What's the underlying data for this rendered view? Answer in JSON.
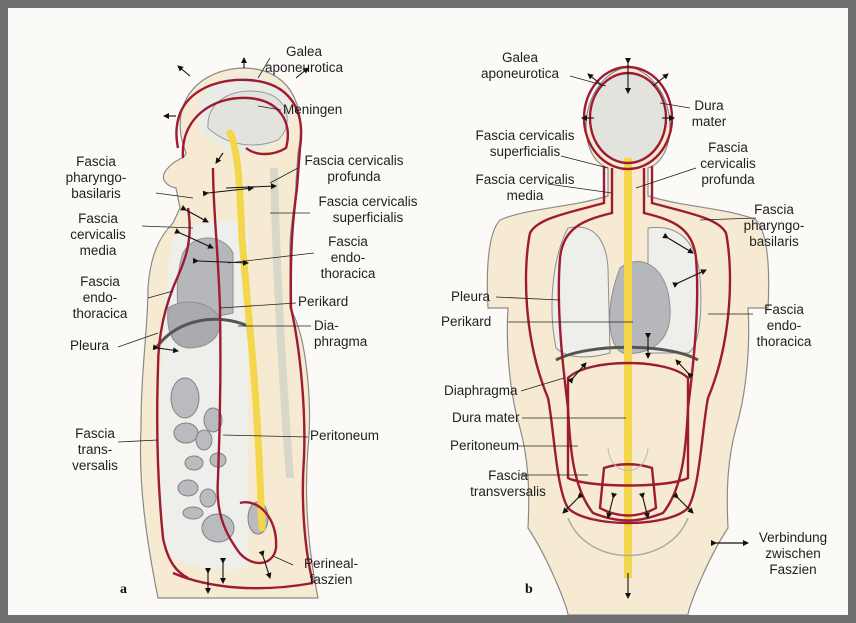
{
  "panel_a": {
    "letter": "a",
    "labels": {
      "galea": [
        "Galea",
        "aponeurotica"
      ],
      "meningen": [
        "Meningen"
      ],
      "fascia_cerv_prof": [
        "Fascia cervicalis",
        "profunda"
      ],
      "fascia_pharyngo": [
        "Fascia",
        "pharyngo-",
        "basilaris"
      ],
      "fascia_cerv_superf": [
        "Fascia cervicalis",
        "superficialis"
      ],
      "fascia_cerv_media": [
        "Fascia",
        "cervicalis",
        "media"
      ],
      "fascia_endo_right": [
        "Fascia",
        "endo-",
        "thoracica"
      ],
      "fascia_endo_left": [
        "Fascia",
        "endo-",
        "thoracica"
      ],
      "perikard": [
        "Perikard"
      ],
      "pleura": [
        "Pleura"
      ],
      "diaphragma": [
        "Dia-",
        "phragma"
      ],
      "peritoneum": [
        "Peritoneum"
      ],
      "fascia_transv": [
        "Fascia",
        "trans-",
        "versalis"
      ],
      "perineal": [
        "Perineal-",
        "faszien"
      ]
    }
  },
  "panel_b": {
    "letter": "b",
    "labels": {
      "galea": [
        "Galea",
        "aponeurotica"
      ],
      "dura_top": [
        "Dura",
        "mater"
      ],
      "fascia_cerv_superf": [
        "Fascia cervicalis",
        "superficialis"
      ],
      "fascia_cerv_prof": [
        "Fascia",
        "cervicalis",
        "profunda"
      ],
      "fascia_cerv_media": [
        "Fascia cervicalis",
        "media"
      ],
      "fascia_pharyngo": [
        "Fascia",
        "pharyngo-",
        "basilaris"
      ],
      "pleura": [
        "Pleura"
      ],
      "perikard": [
        "Perikard"
      ],
      "fascia_endo": [
        "Fascia",
        "endo-",
        "thoracica"
      ],
      "diaphragma": [
        "Diaphragma"
      ],
      "dura_mater": [
        "Dura mater"
      ],
      "peritoneum": [
        "Peritoneum"
      ],
      "fascia_transv": [
        "Fascia",
        "transversalis"
      ]
    }
  },
  "legend": {
    "lines": [
      "Verbindung",
      "zwischen",
      "Faszien"
    ],
    "arrow_icon": "double-arrow-icon"
  },
  "colors": {
    "fascia": "#9e1b32",
    "spine": "#f3d64a",
    "organs": "#b5b7bb",
    "body_fill": "#f6ead2",
    "skin_line": "#8a8a8a"
  }
}
